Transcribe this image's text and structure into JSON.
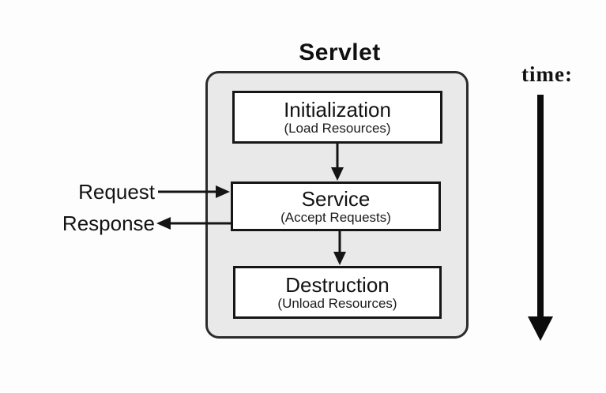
{
  "diagram": {
    "title": "Servlet",
    "time_label": "time:",
    "side_labels": {
      "request": "Request",
      "response": "Response"
    },
    "nodes": [
      {
        "id": "initialization",
        "title": "Initialization",
        "subtitle": "(Load Resources)"
      },
      {
        "id": "service",
        "title": "Service",
        "subtitle": "(Accept Requests)"
      },
      {
        "id": "destruction",
        "title": "Destruction",
        "subtitle": "(Unload Resources)"
      }
    ],
    "arrows": [
      {
        "id": "initialization-to-service",
        "direction": "down"
      },
      {
        "id": "service-to-destruction",
        "direction": "down"
      },
      {
        "id": "request-into-service",
        "direction": "right"
      },
      {
        "id": "response-out-of-service",
        "direction": "left"
      },
      {
        "id": "time-axis",
        "direction": "down"
      }
    ],
    "colors": {
      "background": "#fdfdfd",
      "container_fill": "#e9e9e9",
      "container_border": "#2b2b2b",
      "box_fill": "#ffffff",
      "box_border": "#161616",
      "line": "#141414"
    }
  }
}
